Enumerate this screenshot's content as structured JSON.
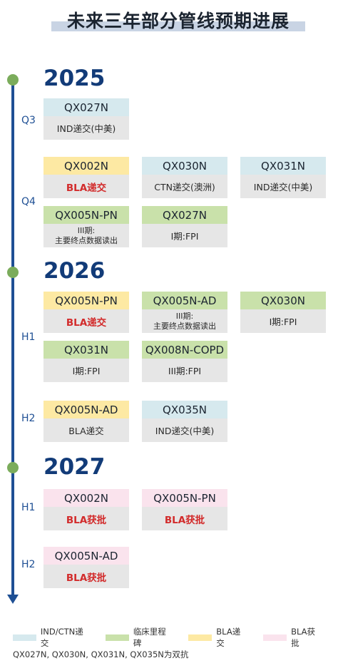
{
  "title": "未来三年部分管线预期进展",
  "colors": {
    "ind": "#d6e9ee",
    "milestone": "#c9e1aa",
    "bla_submit": "#fde9a3",
    "bla_approve": "#fae3ed",
    "axis": "#1e4f94",
    "dot": "#7bac5b"
  },
  "years": [
    "2025",
    "2026",
    "2027"
  ],
  "periods": {
    "q3": "Q3",
    "q4": "Q4",
    "h1a": "H1",
    "h2a": "H2",
    "h1b": "H1",
    "h2b": "H2"
  },
  "cards": [
    {
      "code": "QX027N",
      "status": "IND递交(中美)"
    },
    {
      "code": "QX002N",
      "status": "BLA递交"
    },
    {
      "code": "QX030N",
      "status": "CTN递交(澳洲)"
    },
    {
      "code": "QX031N",
      "status": "IND递交(中美)"
    },
    {
      "code": "QX005N-PN",
      "status_line1": "III期:",
      "status_line2": "主要终点数据读出"
    },
    {
      "code": "QX027N",
      "status": "I期:FPI"
    },
    {
      "code": "QX005N-PN",
      "status": "BLA递交"
    },
    {
      "code": "QX005N-AD",
      "status_line1": "III期:",
      "status_line2": "主要终点数据读出"
    },
    {
      "code": "QX030N",
      "status": "I期:FPI"
    },
    {
      "code": "QX031N",
      "status": "I期:FPI"
    },
    {
      "code": "QX008N-COPD",
      "status": "III期:FPI"
    },
    {
      "code": "QX005N-AD",
      "status": "BLA递交"
    },
    {
      "code": "QX035N",
      "status": "IND递交(中美)"
    },
    {
      "code": "QX002N",
      "status": "BLA获批"
    },
    {
      "code": "QX005N-PN",
      "status": "BLA获批"
    },
    {
      "code": "QX005N-AD",
      "status": "BLA获批"
    }
  ],
  "legend": [
    "IND/CTN递交",
    "临床里程碑",
    "BLA递交",
    "BLA获批"
  ],
  "footnote": "QX027N, QX030N, QX031N, QX035N为双抗"
}
